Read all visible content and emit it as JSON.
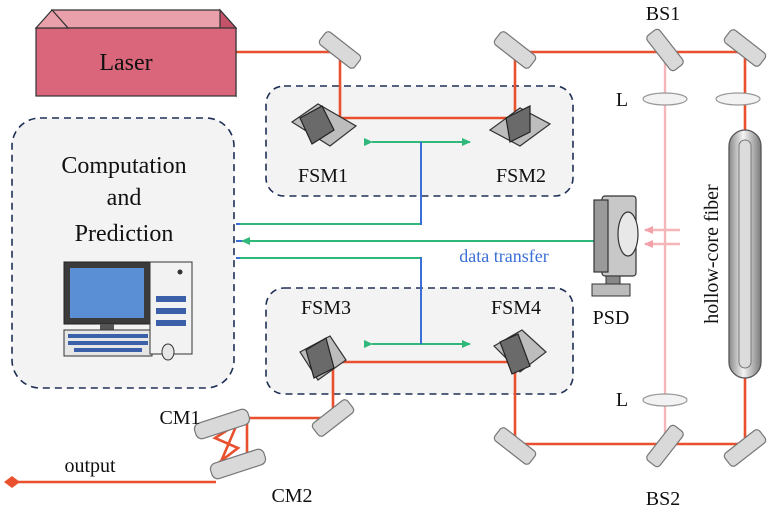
{
  "labels": {
    "laser": "Laser",
    "bs1": "BS1",
    "bs2": "BS2",
    "lens_top": "L",
    "lens_bottom": "L",
    "fiber": "hollow-core fiber",
    "fsm1": "FSM1",
    "fsm2": "FSM2",
    "fsm3": "FSM3",
    "fsm4": "FSM4",
    "psd": "PSD",
    "computation_line1": "Computation",
    "computation_line2": "and",
    "computation_line3": "Prediction",
    "data_transfer": "data transfer",
    "cm1": "CM1",
    "cm2": "CM2",
    "output": "output"
  },
  "colors": {
    "beam": "#e8502e",
    "sampled_beam": "#f4b6b8",
    "control": "#3a6fd8",
    "feedback": "#2fb87a",
    "laser_body": "#d9667a"
  }
}
